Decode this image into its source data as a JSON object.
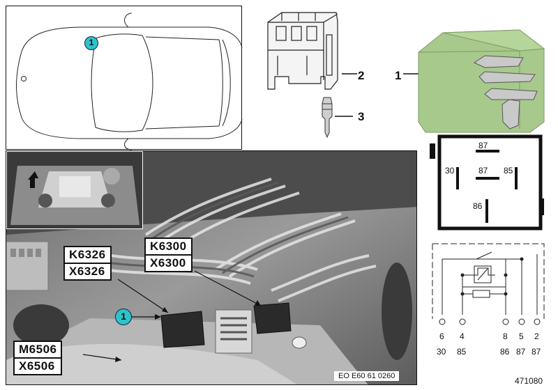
{
  "car_overview": {
    "marker": "1"
  },
  "parts": {
    "relay_callout": "1",
    "housing_callout": "2",
    "terminal_callout": "3"
  },
  "relay_face": {
    "pin_top": "87",
    "pin_left": "30",
    "pin_center": "87",
    "pin_right": "85",
    "pin_bottom": "86"
  },
  "schematic": {
    "pin_numbers": [
      "6",
      "4",
      "8",
      "5",
      "2"
    ],
    "terminal_numbers": [
      "30",
      "85",
      "86",
      "87",
      "87"
    ]
  },
  "photo": {
    "marker": "1",
    "label_k6326": "K6326",
    "label_x6326": "X6326",
    "label_k6300": "K6300",
    "label_x6300": "X6300",
    "label_m6506": "M6506",
    "label_x6506": "X6506",
    "caption": "EO E60 61 0260"
  },
  "doc_number": "471080"
}
